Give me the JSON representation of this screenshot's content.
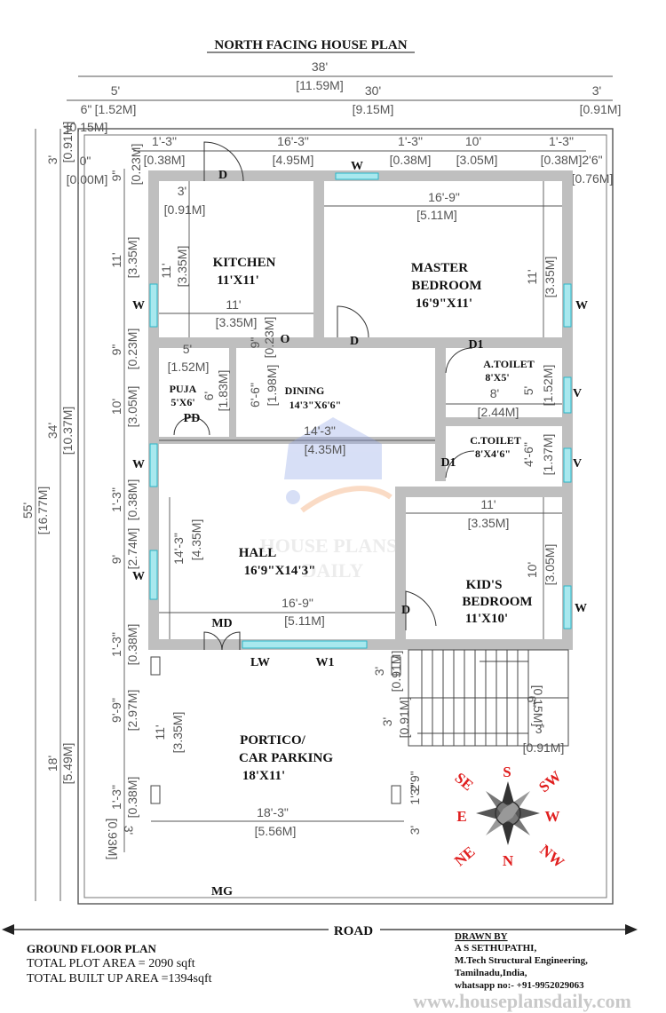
{
  "title": "NORTH FACING HOUSE PLAN",
  "dims": {
    "total_w": "38'",
    "total_w_m": "[11.59M]",
    "left_w": "5'",
    "left_w_m": "[1.52M]",
    "mid_w": "30'",
    "mid_w_m": "[9.15M]",
    "right_w": "3'",
    "right_w_m": "[0.91M]",
    "six_in": "6\"",
    "six_in_m": "[0.15M]",
    "w1_3a": "1'-3\"",
    "w1_3a_m": "[0.38M]",
    "w16_3": "16'-3\"",
    "w16_3_m": "[4.95M]",
    "w1_3b": "1'-3\"",
    "w1_3b_m": "[0.38M]",
    "w10": "10'",
    "w10_m": "[3.05M]",
    "w1_3c": "1'-3\"",
    "w1_3c_m": "[0.38M]",
    "w2_6": "2'6\"",
    "w2_6_m": "[0.76M]",
    "zero": "0\"",
    "zero_m": "[0.00M]",
    "three_top": "3'",
    "three_top_m": "[0.91M]",
    "nine_top": "9\"",
    "nine_top_m": "[0.23M]",
    "kit_three": "3'",
    "kit_three_m": "[0.91M]",
    "kit_v11": "11'",
    "kit_v11_m": "[3.35M]",
    "kit_h11": "11'",
    "kit_h11_m": "[3.35M]",
    "left_11": "11'",
    "left_11_m": "[3.35M]",
    "mb_w": "16'-9\"",
    "mb_w_m": "[5.11M]",
    "mb_v11": "11'",
    "mb_v11_m": "[3.35M]",
    "left_9": "9\"",
    "left_9_m": "[0.23M]",
    "mid_9": "9\"",
    "mid_9_m": "[0.23M]",
    "puja_w": "5'",
    "puja_w_m": "[1.52M]",
    "puja_h": "6'",
    "puja_h_m": "[1.83M]",
    "din_h": "6'-6\"",
    "din_h_m": "[1.98M]",
    "left_10": "10'",
    "left_10_m": "[3.05M]",
    "hall_top_w": "14'-3\"",
    "hall_top_w_m": "[4.35M]",
    "at_w": "8'",
    "at_w_m": "[2.44M]",
    "at_h": "5'",
    "at_h_m": "[1.52M]",
    "ct_h": "4'-6\"",
    "ct_h_m": "[1.37M]",
    "left_1_3a": "1'-3\"",
    "left_1_3a_m": "[0.38M]",
    "hall_v": "14'-3\"",
    "hall_v_m": "[4.35M]",
    "left_9ft": "9'",
    "left_9ft_m": "[2.74M]",
    "kid_w": "11'",
    "kid_w_m": "[3.35M]",
    "kid_h": "10'",
    "kid_h_m": "[3.05M]",
    "hall_w": "16'-9\"",
    "hall_w_m": "[5.11M]",
    "left_1_3b": "1'-3\"",
    "left_1_3b_m": "[0.38M]",
    "left_9_9": "9'-9\"",
    "left_9_9_m": "[2.97M]",
    "port_v": "11'",
    "port_v_m": "[3.35M]",
    "left_1_3c": "1'-3\"",
    "left_1_3c_m": "[0.38M]",
    "left_3": "3'",
    "left_3_m": "[0.93M]",
    "port_w": "18'-3\"",
    "port_w_m": "[5.56M]",
    "st_3a": "3'",
    "st_3a_m": "[0.91M]",
    "st_3b": "3'",
    "st_3b_m": "[0.91M]",
    "st_6": "6\"",
    "st_6_m": "[0.15M]",
    "st_3c": "3'",
    "st_3c_m": "[0.91M]",
    "st_1_3": "1'3\"",
    "st_2_9": "2'9\"",
    "st_3d": "3'",
    "side_34": "34'",
    "side_34_m": "[10.37M]",
    "side_55": "55'",
    "side_55_m": "[16.77M]",
    "side_18": "18'",
    "side_18_m": "[5.49M]"
  },
  "rooms": {
    "kitchen": "KITCHEN",
    "kitchen_size": "11'X11'",
    "master": "MASTER",
    "master2": "BEDROOM",
    "master_size": "16'9\"X11'",
    "puja": "PUJA",
    "puja_size": "5'X6'",
    "dining": "DINING",
    "dining_size": "14'3\"X6'6\"",
    "atoilet": "A.TOILET",
    "atoilet_size": "8'X5'",
    "ctoilet": "C.TOILET",
    "ctoilet_size": "8'X4'6\"",
    "hall": "HALL",
    "hall_size": "16'9\"X14'3\"",
    "kid": "KID'S",
    "kid2": "BEDROOM",
    "kid_size": "11'X10'",
    "portico": "PORTICO/",
    "portico2": "CAR PARKING",
    "portico_size": "18'X11'"
  },
  "labels": {
    "D": "D",
    "W": "W",
    "V": "V",
    "O": "O",
    "D1": "D1",
    "PD": "PD",
    "MD": "MD",
    "LW": "LW",
    "W1": "W1",
    "MG": "MG",
    "road": "ROAD"
  },
  "compass": {
    "N": "N",
    "S": "S",
    "E": "E",
    "W": "W",
    "NE": "NE",
    "NW": "NW",
    "SE": "SE",
    "SW": "SW"
  },
  "watermark": {
    "line1": "HOUSE PLANS",
    "line2": "DAILY"
  },
  "footer": {
    "plan": "GROUND FLOOR PLAN",
    "plot": "TOTAL PLOT AREA = 2090 sqft",
    "built": "TOTAL BUILT UP AREA =1394sqft",
    "drawn": "DRAWN BY",
    "name": "A S SETHUPATHI,",
    "deg": "M.Tech Structural Engineering,",
    "place": "Tamilnadu,India,",
    "phone": "whatsapp no:- +91-9952029063",
    "site": "www.houseplansdaily.com"
  }
}
